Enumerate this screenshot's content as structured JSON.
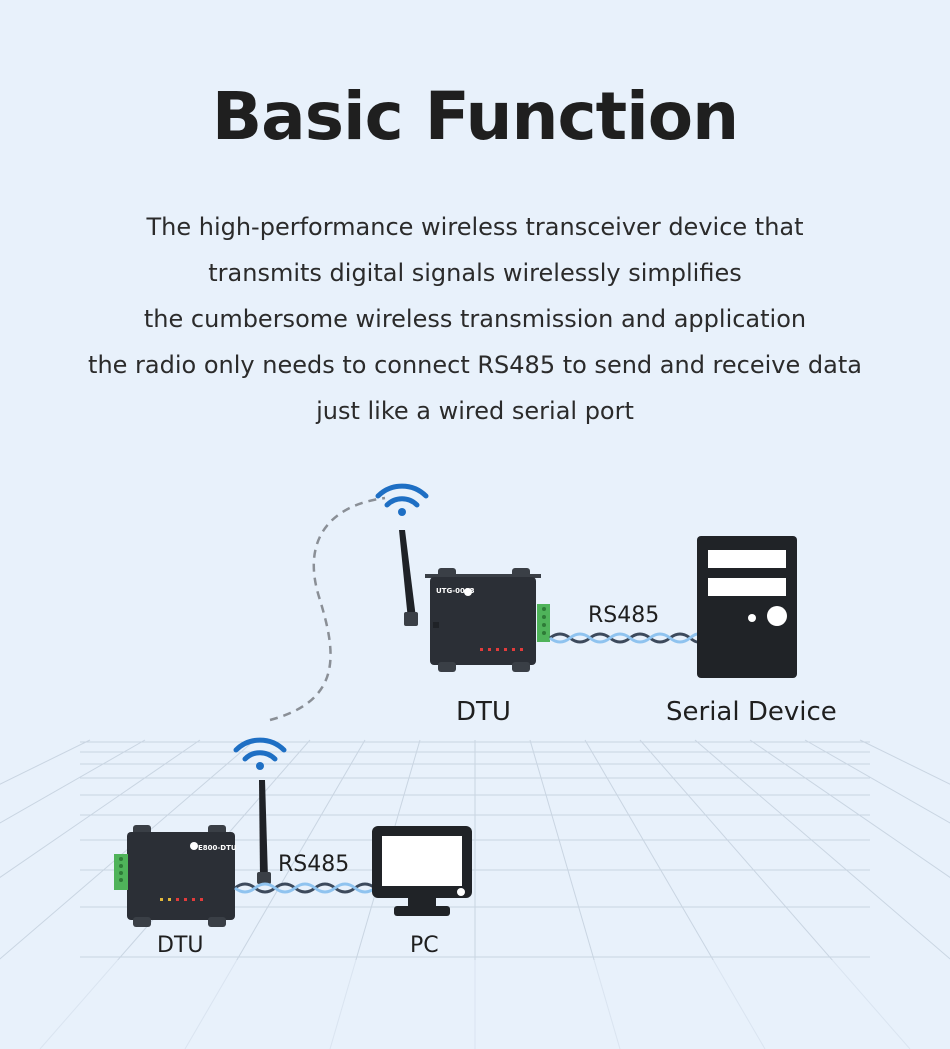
{
  "title": "Basic Function",
  "description": [
    "The high-performance wireless transceiver device that",
    "transmits digital signals wirelessly simplifies",
    "the cumbersome wireless transmission and application",
    "the radio only needs to connect RS485 to send and receive data",
    "just like a wired serial port"
  ],
  "diagram": {
    "top_row": {
      "device_label": "DTU",
      "link_label": "RS485",
      "endpoint_label": "Serial Device",
      "device_model": "UTG-0083"
    },
    "bottom_row": {
      "device_label": "DTU",
      "link_label": "RS485",
      "endpoint_label": "PC",
      "device_model": "E800-DTU"
    },
    "icons": [
      "wifi-icon",
      "antenna-icon",
      "serial-device-icon",
      "pc-monitor-icon",
      "terminal-block-icon"
    ],
    "colors": {
      "background": "#e8f1fb",
      "wifi": "#1e6fc4",
      "device": "#2b2f36",
      "terminal": "#4fb35a",
      "cable_dark": "#3d4a5c",
      "cable_light": "#8fc3ef",
      "dashed_link": "#8a8f96"
    }
  }
}
